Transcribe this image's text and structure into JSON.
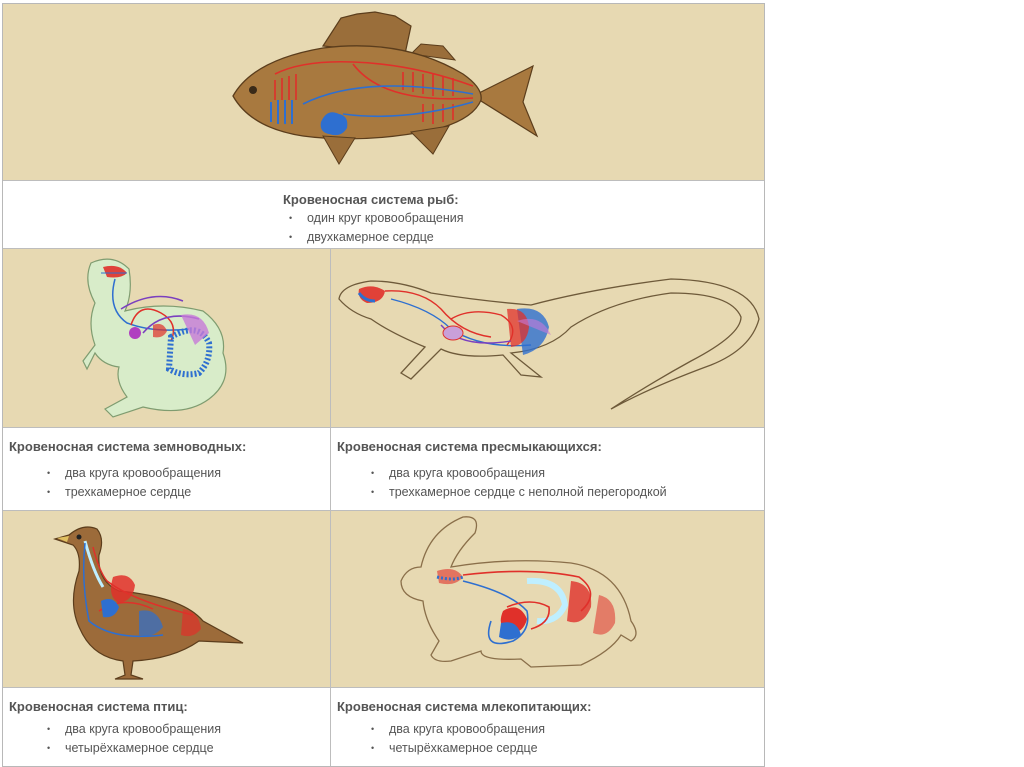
{
  "fish": {
    "title": "Кровеносная система рыб:",
    "items": [
      "один круг кровообращения",
      "двухкамерное сердце"
    ]
  },
  "amphibians": {
    "title": "Кровеносная система земноводных:",
    "items": [
      "два круга кровообращения",
      "трехкамерное сердце"
    ]
  },
  "reptiles": {
    "title": "Кровеносная система пресмыкающихся:",
    "items": [
      "два круга кровообращения",
      "трехкамерное сердце с неполной перегородкой"
    ]
  },
  "birds": {
    "title": "Кровеносная система птиц:",
    "items": [
      "два круга кровообращения",
      "четырёхкамерное сердце"
    ]
  },
  "mammals": {
    "title": "Кровеносная система млекопитающих:",
    "items": [
      "два круга кровообращения",
      "четырёхкамерное сердце"
    ]
  },
  "colors": {
    "panel_bg": "#e7d9b2",
    "artery_red": "#e0302a",
    "vein_blue": "#2e6fd0",
    "fish_body": "#a8793f",
    "frog_body": "#d8ecc9",
    "bird_body": "#9c6b3a"
  }
}
